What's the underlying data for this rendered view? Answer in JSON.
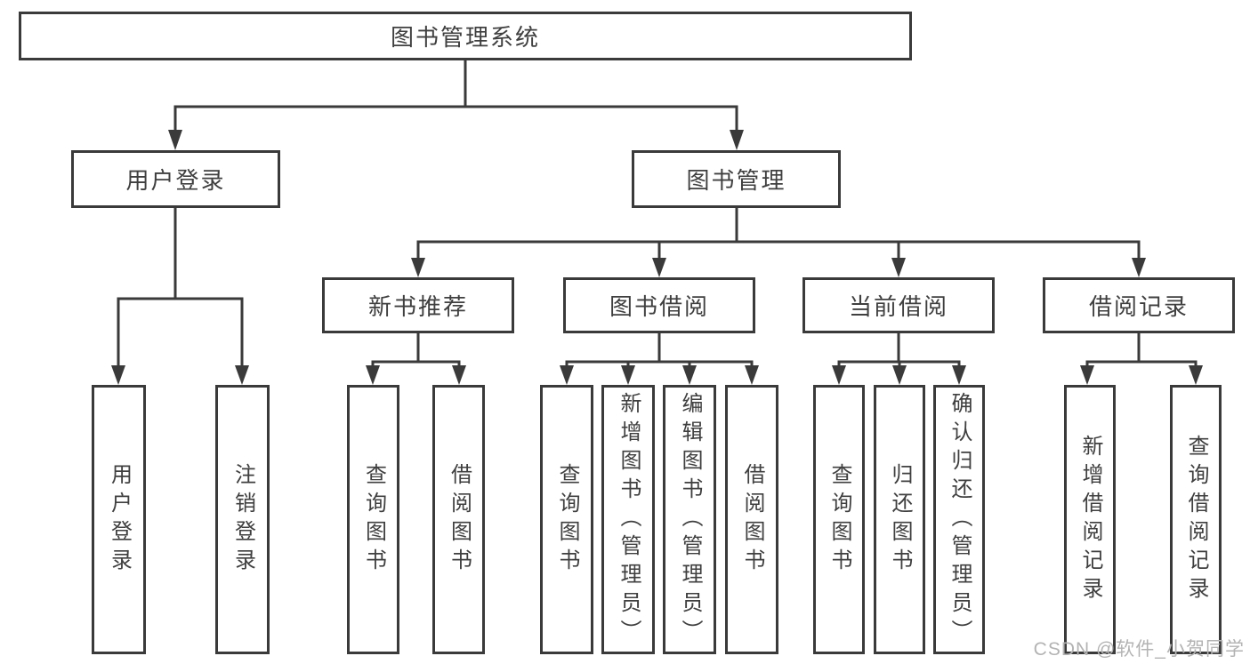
{
  "tree": {
    "root_label": "图书管理系统",
    "user_login": {
      "label": "用户登录",
      "leaves": [
        "用户登录",
        "注销登录"
      ]
    },
    "book_mgmt": {
      "label": "图书管理",
      "groups": [
        {
          "label": "新书推荐",
          "leaves": [
            "查询图书",
            "借阅图书"
          ]
        },
        {
          "label": "图书借阅",
          "leaves": [
            "查询图书",
            "新增图书（管理员）",
            "编辑图书（管理员）",
            "借阅图书"
          ]
        },
        {
          "label": "当前借阅",
          "leaves": [
            "查询图书",
            "归还图书",
            "确认归还（管理员）"
          ]
        },
        {
          "label": "借阅记录",
          "leaves": [
            "新增借阅记录",
            "查询借阅记录"
          ]
        }
      ]
    }
  },
  "watermark": "CSDN @软件_小贺同学",
  "colors": {
    "line": "#3a3a3a",
    "text": "#3f3f3f",
    "watermark": "#b3b3b3",
    "background": "#ffffff"
  }
}
